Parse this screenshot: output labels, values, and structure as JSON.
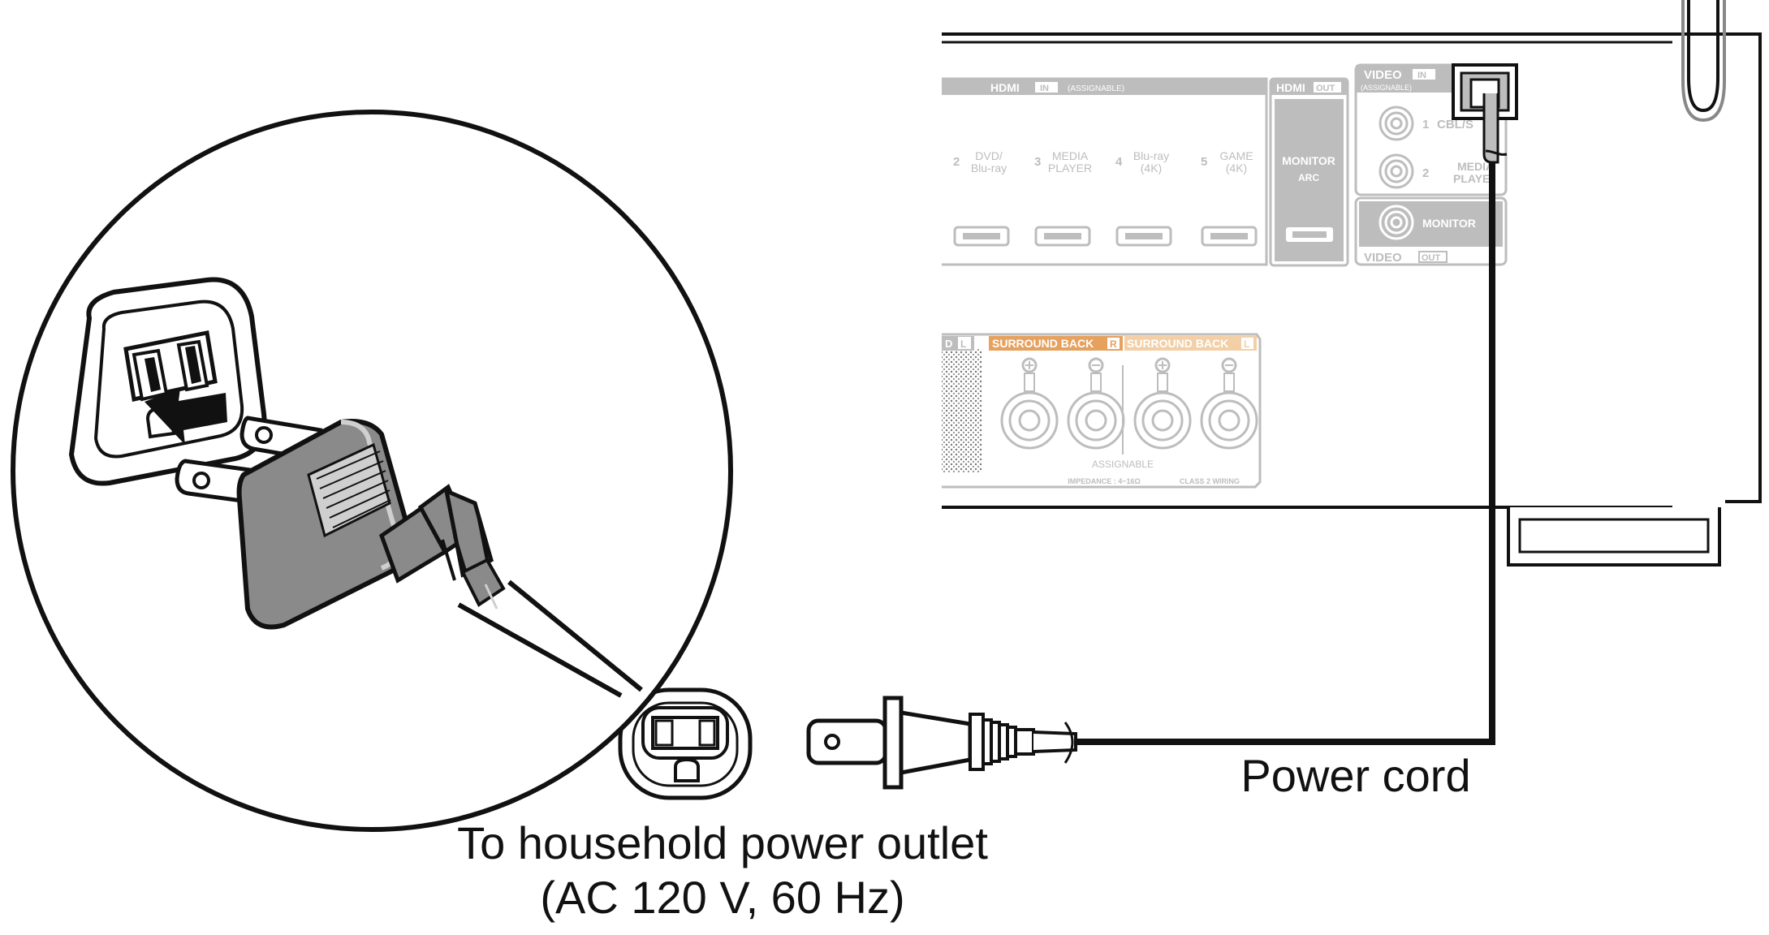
{
  "labels": {
    "power_cord": "Power cord",
    "outlet_line1": "To household power outlet",
    "outlet_line2": "(AC 120 V, 60 Hz)"
  },
  "panel": {
    "hdmi_in_header": "HDMI",
    "hdmi_in_tag": "IN",
    "hdmi_in_note": "(ASSIGNABLE)",
    "hdmi_out_header": "HDMI",
    "hdmi_out_tag": "OUT",
    "hdmi_inputs": [
      {
        "num": "2",
        "line1": "DVD/",
        "line2": "Blu-ray",
        "line3": ""
      },
      {
        "num": "3",
        "line1": "MEDIA",
        "line2": "PLAYER",
        "line3": ""
      },
      {
        "num": "4",
        "line1": "Blu-ray",
        "line2": "(4K)",
        "line3": ""
      },
      {
        "num": "5",
        "line1": "GAME",
        "line2": "(4K)",
        "line3": ""
      }
    ],
    "monitor_line1": "MONITOR",
    "monitor_line2": "ARC",
    "video_in_header": "VIDEO",
    "video_in_tag": "IN",
    "video_in_note": "(ASSIGNABLE)",
    "video_inputs": [
      {
        "num": "1",
        "label": "CBL/S"
      },
      {
        "num": "2",
        "label": "MEDIA",
        "label2": "PLAYE"
      }
    ],
    "video_monitor": "MONITOR",
    "video_out_header": "VIDEO",
    "video_out_tag": "OUT",
    "surround_partial_tag": "D",
    "surround_partial_ch": "L",
    "surround_back_r": "SURROUND BACK",
    "surround_back_r_ch": "R",
    "surround_back_l": "SURROUND BACK",
    "surround_back_l_ch": "L",
    "assignable": "ASSIGNABLE",
    "impedance": "IMPEDANCE : 4~16Ω",
    "class2": "CLASS 2 WIRING"
  },
  "colors": {
    "line": "#111111",
    "panel_gray": "#bdbdbd",
    "panel_dark": "#9a9a9a",
    "surround_r": "#e6a15e",
    "surround_l": "#f3cfa6",
    "plug_fill": "#8a8a8a",
    "plug_light": "#cfcfcf"
  }
}
